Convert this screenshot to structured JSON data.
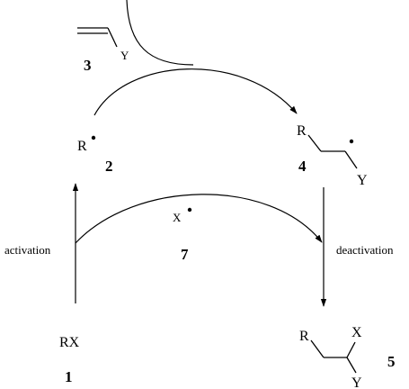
{
  "compounds": {
    "alkene": {
      "substituent": "Y",
      "number": "3"
    },
    "radical_R": {
      "label": "R",
      "number": "2"
    },
    "adduct_radical": {
      "r": "R",
      "y": "Y",
      "number": "4"
    },
    "halide": {
      "label": "RX",
      "number": "1"
    },
    "product": {
      "r": "R",
      "x": "X",
      "y": "Y",
      "number": "5"
    },
    "halogen_radical": {
      "label": "X",
      "number": "7"
    }
  },
  "arrows": {
    "activation_label": "activation",
    "deactivation_label": "deactivation"
  }
}
